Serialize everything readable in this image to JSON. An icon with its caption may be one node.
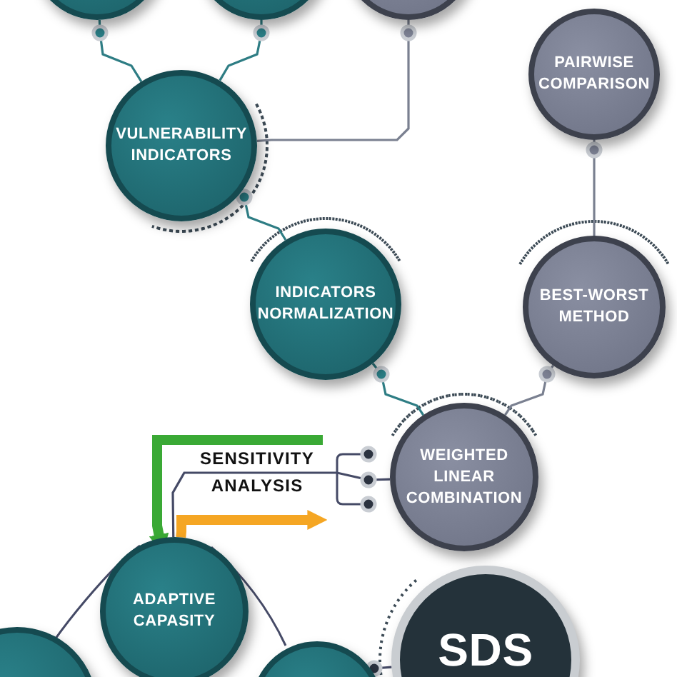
{
  "diagram": {
    "nodes": [
      {
        "text": [],
        "shape": "circle"
      },
      {
        "text": [],
        "shape": "circle"
      },
      {
        "text": [],
        "shape": "circle"
      },
      {
        "text": [
          "PAIRWISE COMPARISON"
        ]
      },
      {
        "text": [
          "VULNERABILITY INDICATORS"
        ]
      },
      {
        "text": [
          "INDICATORS NORMALIZATION"
        ]
      },
      {
        "text": [
          "BEST-WORST METHOD"
        ]
      },
      {
        "text": [
          "WEIGHTED LINEAR COMBINATION"
        ]
      },
      {
        "text": [
          "ADAPTIVE CAPASITY"
        ]
      },
      {
        "text": [],
        "shape": "circle"
      },
      {
        "text": [],
        "shape": "circle"
      },
      {
        "text": [
          "SDS"
        ]
      }
    ],
    "edges": [
      {
        "from": 0,
        "to": 4,
        "arrow": "none",
        "color": "#2e7d84"
      },
      {
        "from": 1,
        "to": 4,
        "arrow": "none",
        "color": "#2e7d84"
      },
      {
        "from": 2,
        "to": 4,
        "arrow": "none"
      },
      {
        "from": 4,
        "to": 5,
        "arrow": "none",
        "color": "#2e7d84"
      },
      {
        "from": 3,
        "to": 6,
        "arrow": "none"
      },
      {
        "from": 5,
        "to": 7,
        "arrow": "none",
        "color": "#2e7d84"
      },
      {
        "from": 6,
        "to": 7,
        "arrow": "none"
      },
      {
        "from": 8,
        "to": 7,
        "arrow": "none",
        "color": "#454a66"
      },
      {
        "from": null,
        "to": 8,
        "arrow": "to",
        "style": "thick",
        "color": "#3aa935"
      },
      {
        "from": 8,
        "to": null,
        "arrow": "to",
        "style": "thick",
        "color": "#f5a623"
      },
      {
        "from": 10,
        "to": 11,
        "arrow": "none",
        "color": "#454a66"
      }
    ],
    "labels": [
      "SENSITIVITY ANALYSIS"
    ]
  }
}
